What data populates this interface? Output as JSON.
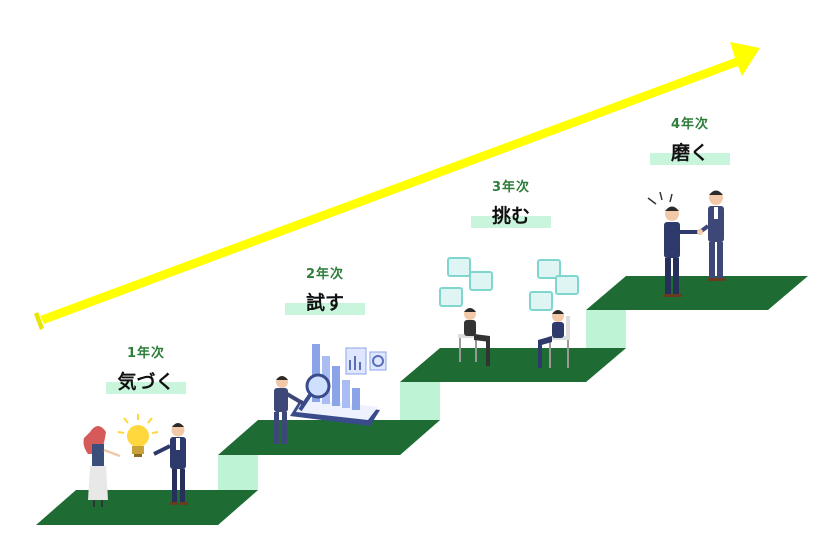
{
  "steps": [
    {
      "year": "1年次",
      "verb": "気づく"
    },
    {
      "year": "2年次",
      "verb": "試す"
    },
    {
      "year": "3年次",
      "verb": "挑む"
    },
    {
      "year": "4年次",
      "verb": "磨く"
    }
  ],
  "colors": {
    "step_top": "#1f6b34",
    "step_side": "#bff3d6",
    "step_side_dark": "#4cbf82",
    "arrow": "#ffff00",
    "label_highlight": "#c9f5dc",
    "year_text": "#2e7d3a"
  },
  "icons": [
    "growth-arrow-icon",
    "lightbulb-icon",
    "analytics-chart-icon",
    "speech-bubble-icon",
    "handshake-icon"
  ]
}
